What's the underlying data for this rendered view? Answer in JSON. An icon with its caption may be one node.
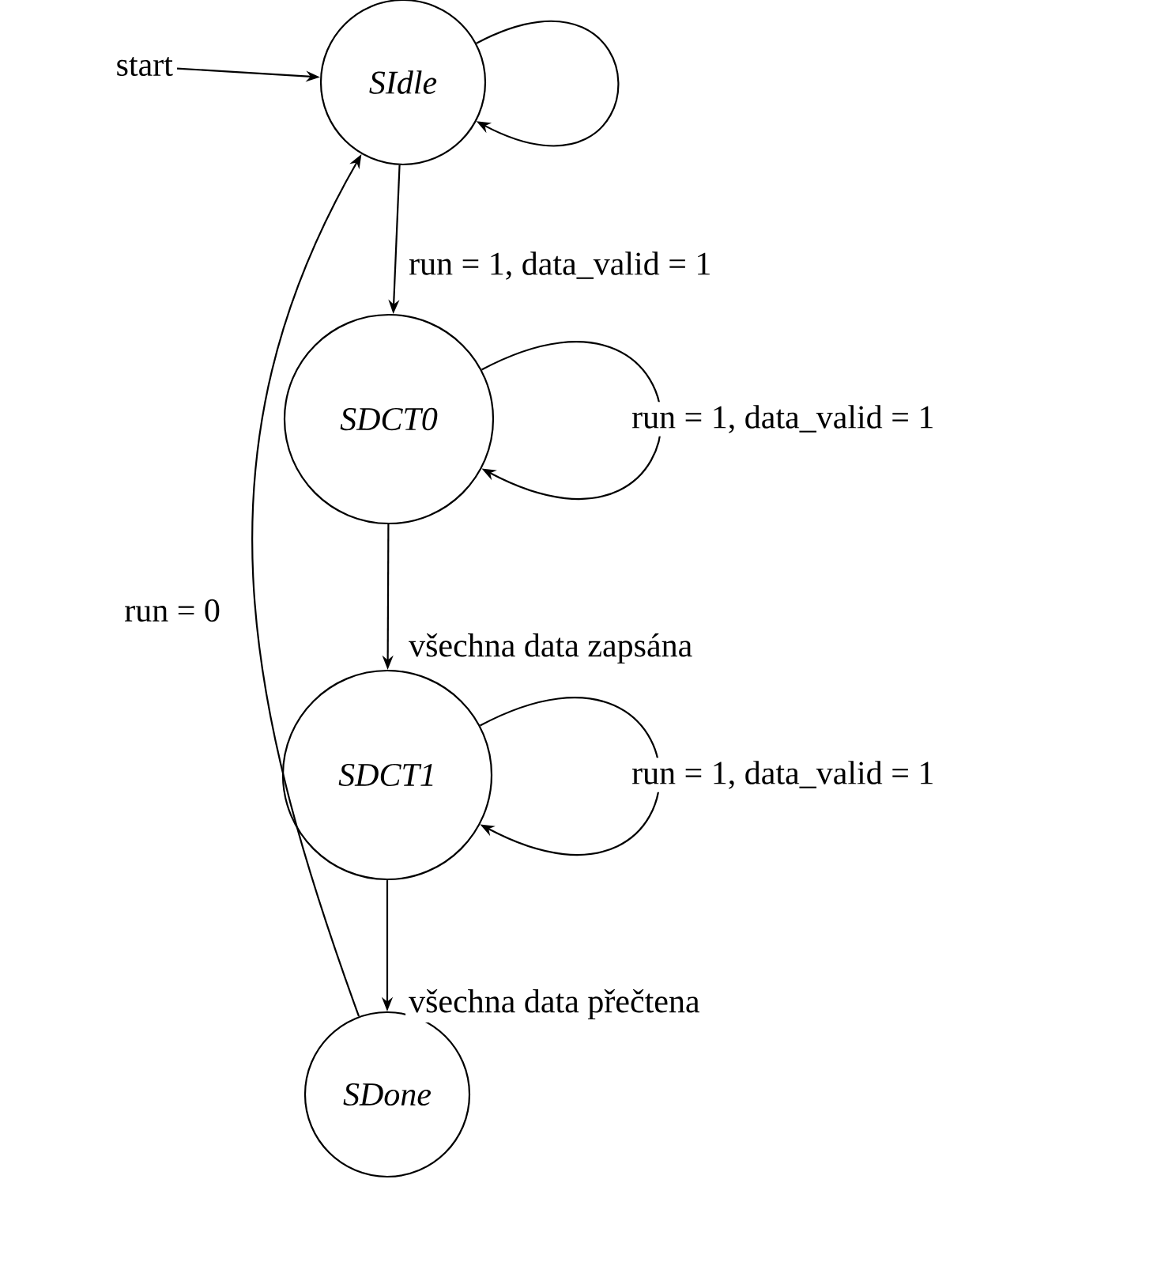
{
  "diagram": {
    "nodes": [
      {
        "text": [
          "start"
        ]
      },
      {
        "text": [
          "SIdle"
        ]
      },
      {
        "text": [
          "SDCT0"
        ]
      },
      {
        "text": [
          "SDCT1"
        ]
      },
      {
        "text": [
          "SDone"
        ]
      }
    ],
    "edges": [
      {
        "from": 0,
        "to": 1,
        "arrow": "to"
      },
      {
        "from": 1,
        "to": 1,
        "arrow": "to"
      },
      {
        "from": 1,
        "to": 2,
        "arrow": "to",
        "label": "run = 1, data_valid = 1"
      },
      {
        "from": 2,
        "to": 2,
        "arrow": "to",
        "label": "run = 1, data_valid = 1"
      },
      {
        "from": 2,
        "to": 3,
        "arrow": "to",
        "label": "všechna data zapsána"
      },
      {
        "from": 3,
        "to": 3,
        "arrow": "to",
        "label": "run = 1, data_valid = 1"
      },
      {
        "from": 3,
        "to": 4,
        "arrow": "to",
        "label": "všechna data přečtena"
      },
      {
        "from": 4,
        "to": 1,
        "arrow": "to",
        "label": "run = 0"
      }
    ]
  }
}
